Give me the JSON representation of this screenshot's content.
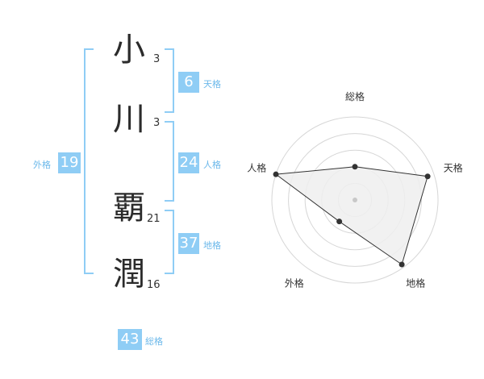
{
  "name": {
    "chars": [
      {
        "char": "小",
        "strokes": "3"
      },
      {
        "char": "川",
        "strokes": "3"
      },
      {
        "char": "覇",
        "strokes": "21"
      },
      {
        "char": "潤",
        "strokes": "16"
      }
    ]
  },
  "fortunes": {
    "tenkaku": {
      "value": "6",
      "label": "天格"
    },
    "jinkaku": {
      "value": "24",
      "label": "人格"
    },
    "chikaku": {
      "value": "37",
      "label": "地格"
    },
    "gaikaku": {
      "value": "19",
      "label": "外格"
    },
    "soukaku": {
      "value": "43",
      "label": "総格"
    }
  },
  "chart_data": {
    "type": "radar",
    "axes": [
      "総格",
      "天格",
      "地格",
      "外格",
      "人格"
    ],
    "rings": 5,
    "values": [
      2.0,
      4.6,
      4.8,
      1.6,
      5.0
    ],
    "max": 5,
    "fill": "#eeeeee",
    "stroke": "#333333"
  }
}
